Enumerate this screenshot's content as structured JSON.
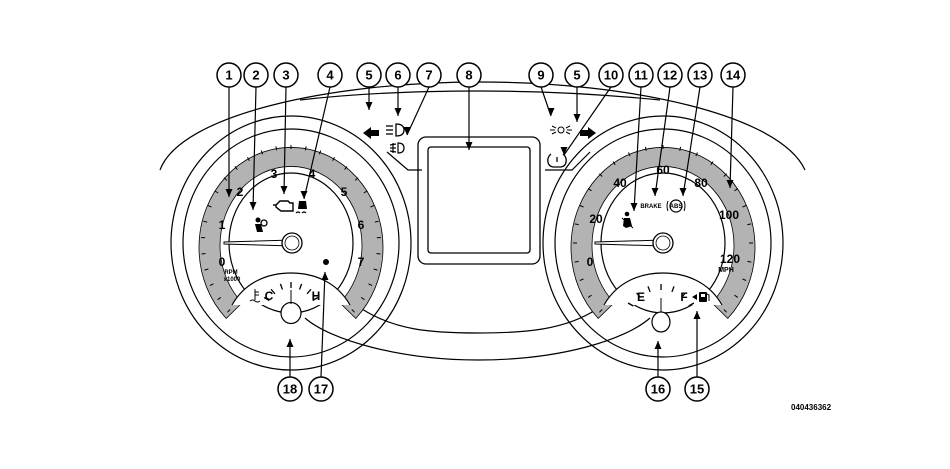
{
  "callouts": [
    "1",
    "2",
    "3",
    "4",
    "5",
    "6",
    "7",
    "8",
    "9",
    "5",
    "10",
    "11",
    "12",
    "13",
    "14",
    "16",
    "15",
    "18",
    "17"
  ],
  "tachometer": {
    "scale": [
      "0",
      "1",
      "2",
      "3",
      "4",
      "5",
      "6",
      "7"
    ],
    "unit_line1": "RPM",
    "unit_line2": "x1000"
  },
  "speedometer": {
    "scale": [
      "0",
      "20",
      "40",
      "60",
      "80",
      "100",
      "120"
    ],
    "unit": "MPH",
    "brake_label": "BRAKE",
    "abs_label": "ABS"
  },
  "temp_gauge": {
    "cold": "C",
    "hot": "H"
  },
  "fuel_gauge": {
    "empty": "E",
    "full": "F"
  },
  "figure_id": "040436362",
  "colors": {
    "ink": "#000000",
    "band": "#b3b3b3",
    "paper": "#ffffff"
  }
}
